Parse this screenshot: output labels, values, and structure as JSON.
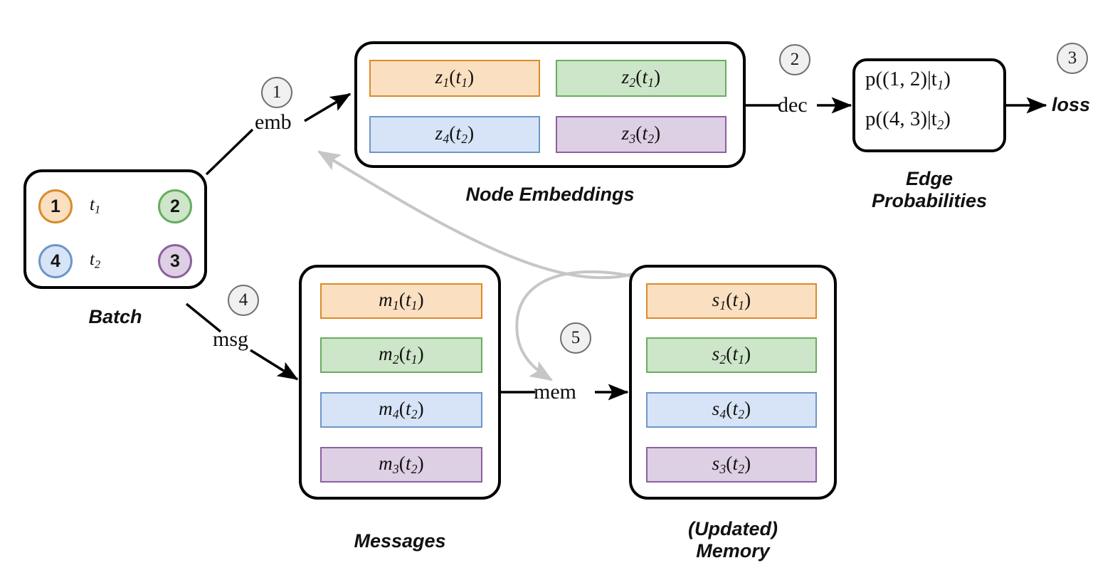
{
  "diagram": {
    "title": "Temporal Graph Network computation flow",
    "colors": {
      "orange_fill": "#fbdfc1",
      "orange_border": "#d98c28",
      "green_fill": "#cde5c8",
      "green_border": "#68ad60",
      "blue_fill": "#d7e4f7",
      "blue_border": "#6e96c8",
      "purple_fill": "#ddcfe4",
      "purple_border": "#8e5fa0",
      "badge_fill": "#f0f0f0",
      "badge_border": "#6e6e6e",
      "arrow_black": "#000000",
      "arrow_gray": "#c6c6c6"
    }
  },
  "batch": {
    "caption": "Batch",
    "nodes": [
      {
        "id": "src1",
        "label": "1",
        "color": "orange"
      },
      {
        "id": "dst1",
        "label": "2",
        "color": "green"
      },
      {
        "id": "src2",
        "label": "4",
        "color": "blue"
      },
      {
        "id": "dst2",
        "label": "3",
        "color": "purple"
      }
    ],
    "edges": [
      {
        "from": "1",
        "to": "2",
        "time_label": "t",
        "time_sub": "1"
      },
      {
        "from": "4",
        "to": "3",
        "time_label": "t",
        "time_sub": "2"
      }
    ]
  },
  "node_embeddings": {
    "caption": "Node Embeddings",
    "cells": [
      {
        "sym": "z",
        "sub": "1",
        "time": "t",
        "time_sub": "1",
        "color": "orange",
        "col": 0,
        "row": 0
      },
      {
        "sym": "z",
        "sub": "2",
        "time": "t",
        "time_sub": "1",
        "color": "green",
        "col": 1,
        "row": 0
      },
      {
        "sym": "z",
        "sub": "4",
        "time": "t",
        "time_sub": "2",
        "color": "blue",
        "col": 0,
        "row": 1
      },
      {
        "sym": "z",
        "sub": "3",
        "time": "t",
        "time_sub": "2",
        "color": "purple",
        "col": 1,
        "row": 1
      }
    ]
  },
  "edge_probabilities": {
    "caption": "Edge\nProbabilities",
    "lines": [
      {
        "text": "p((1, 2)|t",
        "sub": "1",
        "tail": ")"
      },
      {
        "text": "p((4, 3)|t",
        "sub": "2",
        "tail": ")"
      }
    ]
  },
  "messages": {
    "caption": "Messages",
    "cells": [
      {
        "sym": "m",
        "sub": "1",
        "time": "t",
        "time_sub": "1",
        "color": "orange"
      },
      {
        "sym": "m",
        "sub": "2",
        "time": "t",
        "time_sub": "1",
        "color": "green"
      },
      {
        "sym": "m",
        "sub": "4",
        "time": "t",
        "time_sub": "2",
        "color": "blue"
      },
      {
        "sym": "m",
        "sub": "3",
        "time": "t",
        "time_sub": "2",
        "color": "purple"
      }
    ]
  },
  "memory": {
    "caption": "(Updated)\nMemory",
    "cells": [
      {
        "sym": "s",
        "sub": "1",
        "time": "t",
        "time_sub": "1",
        "color": "orange"
      },
      {
        "sym": "s",
        "sub": "2",
        "time": "t",
        "time_sub": "1",
        "color": "green"
      },
      {
        "sym": "s",
        "sub": "4",
        "time": "t",
        "time_sub": "2",
        "color": "blue"
      },
      {
        "sym": "s",
        "sub": "3",
        "time": "t",
        "time_sub": "2",
        "color": "purple"
      }
    ]
  },
  "operations": {
    "emb": "emb",
    "dec": "dec",
    "loss": "loss",
    "msg": "msg",
    "mem": "mem"
  },
  "steps": [
    {
      "n": "1",
      "for": "emb"
    },
    {
      "n": "2",
      "for": "dec"
    },
    {
      "n": "3",
      "for": "loss"
    },
    {
      "n": "4",
      "for": "msg"
    },
    {
      "n": "5",
      "for": "mem"
    }
  ]
}
